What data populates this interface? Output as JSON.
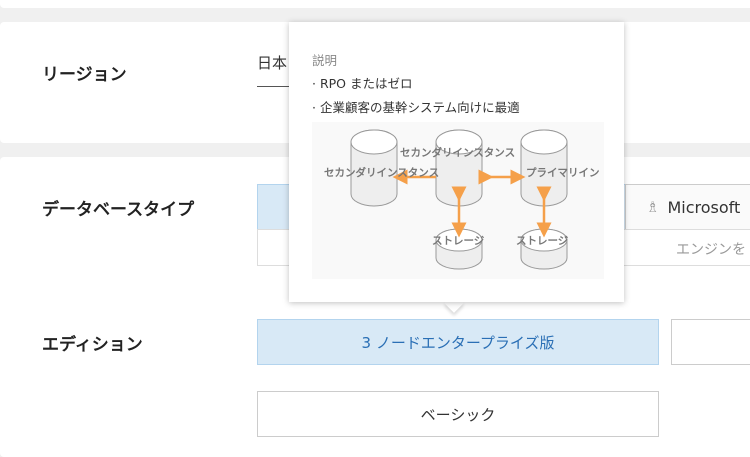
{
  "region": {
    "label": "リージョン",
    "value": "日本"
  },
  "database_type": {
    "label": "データベースタイプ",
    "options": [
      {
        "label": "Microsoft",
        "icon": "sql-server-icon"
      }
    ],
    "engine_hint": "エンジンを"
  },
  "edition": {
    "label": "エディション",
    "options": [
      {
        "label": "3 ノードエンタープライズ版",
        "selected": true
      },
      {
        "label": "ベーシック",
        "selected": false
      }
    ]
  },
  "popover": {
    "title": "説明",
    "bullets": [
      "· RPO またはゼロ",
      "· 企業顧客の基幹システム向けに最適"
    ],
    "diagram": {
      "secondary_left": "セカンダリインスタンス",
      "secondary_mid": "セカンダリインスタンス",
      "primary": "プライマリイン",
      "storage_1": "ストレージ",
      "storage_2": "ストレージ",
      "arrow_color": "#f5a04a"
    }
  },
  "colors": {
    "selected_bg": "#d8e9f6",
    "selected_text": "#2a6fb5"
  }
}
